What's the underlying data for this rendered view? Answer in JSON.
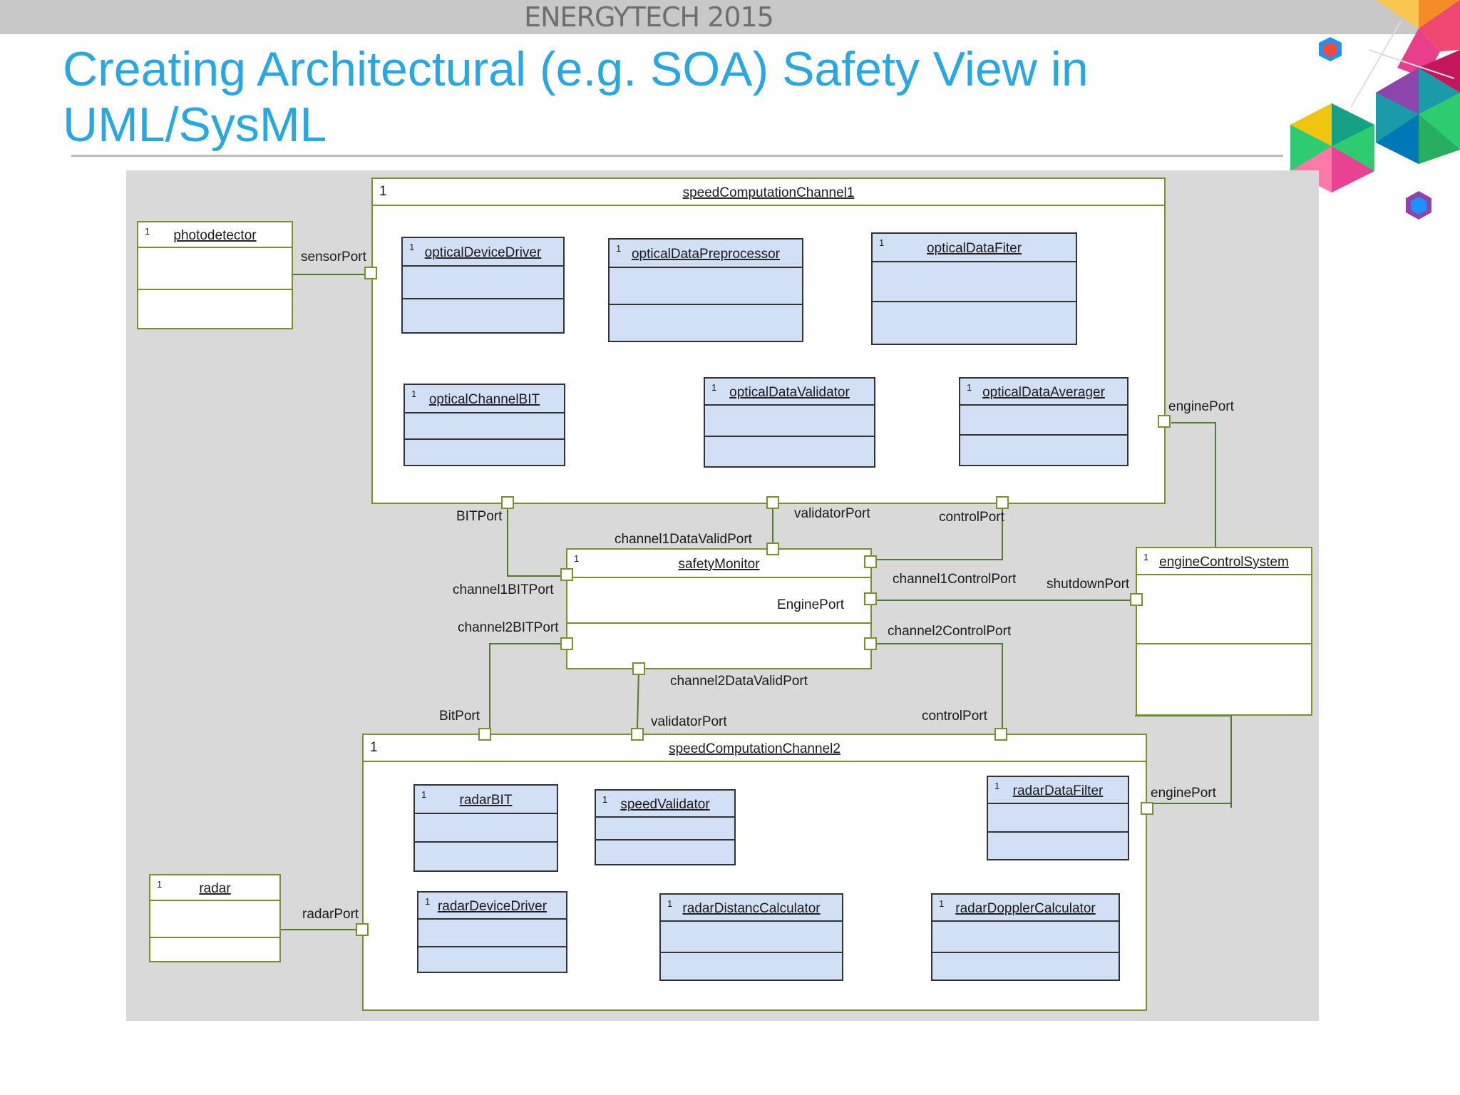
{
  "header": {
    "event": "ENERGYTECH 2015"
  },
  "slide": {
    "title": "Creating Architectural (e.g. SOA)  Safety View in UML/SysML"
  },
  "colors": {
    "title": "#2aa7e1",
    "line": "#4f7a2a",
    "blockFill": "#d2e0f5",
    "frame": "#7c8f2c",
    "canvas": "#d9d9d9"
  },
  "decoration": {
    "icon": "hexagon-cluster-icon"
  },
  "diagram": {
    "multiplicity": "1",
    "blocks": {
      "photodetector": "photodetector",
      "radar": "radar",
      "speedComputationChannel1": "speedComputationChannel1",
      "speedComputationChannel2": "speedComputationChannel2",
      "safetyMonitor": "safetyMonitor",
      "engineControlSystem": "engineControlSystem",
      "opticalDeviceDriver": "opticalDeviceDriver",
      "opticalDataPreprocessor": "opticalDataPreprocessor",
      "opticalDataFiter": "opticalDataFiter",
      "opticalChannelBIT": "opticalChannelBIT",
      "opticalDataValidator": "opticalDataValidator",
      "opticalDataAverager": "opticalDataAverager",
      "radarBIT": "radarBIT",
      "speedValidator": "speedValidator",
      "radarDataFilter": "radarDataFilter",
      "radarDeviceDriver": "radarDeviceDriver",
      "radarDistancCalculator": "radarDistancCalculator",
      "radarDopplerCalculator": "radarDopplerCalculator"
    },
    "ports": {
      "sensorPort": "sensorPort",
      "enginePort1": "enginePort",
      "BITPort": "BITPort",
      "validatorPort1": "validatorPort",
      "controlPort1": "controlPort",
      "channel1DataValidPort": "channel1DataValidPort",
      "channel1BITPort": "channel1BITPort",
      "channel1ControlPort": "channel1ControlPort",
      "shutdownPort": "shutdownPort",
      "EnginePort": "EnginePort",
      "channel2BITPort": "channel2BITPort",
      "channel2ControlPort": "channel2ControlPort",
      "channel2DataValidPort": "channel2DataValidPort",
      "BitPort": "BitPort",
      "validatorPort2": "validatorPort",
      "controlPort2": "controlPort",
      "enginePort2": "enginePort",
      "radarPort": "radarPort"
    }
  }
}
